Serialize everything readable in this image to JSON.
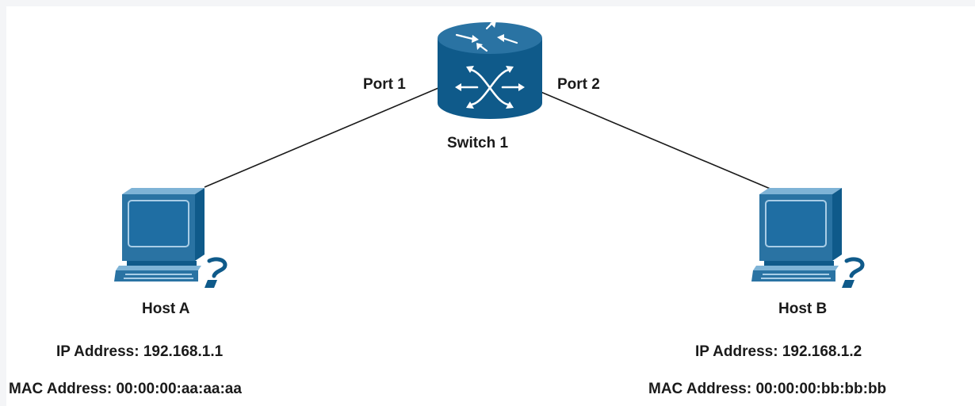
{
  "switch": {
    "name": "Switch 1",
    "icon": "network-switch-icon"
  },
  "links": [
    {
      "port_label": "Port 1"
    },
    {
      "port_label": "Port 2"
    }
  ],
  "hosts": [
    {
      "name": "Host A",
      "ip_label": "IP Address: 192.168.1.1",
      "mac_label": "MAC Address: 00:00:00:aa:aa:aa",
      "icon": "workstation-icon"
    },
    {
      "name": "Host B",
      "ip_label": "IP Address: 192.168.1.2",
      "mac_label": "MAC Address: 00:00:00:bb:bb:bb",
      "icon": "workstation-icon"
    }
  ],
  "colors": {
    "device_dark": "#0f5a8a",
    "device_mid": "#2a73a3",
    "device_light": "#7eb3d6",
    "device_screen": "#1f6ea3",
    "connector": "#1a1a1a"
  }
}
